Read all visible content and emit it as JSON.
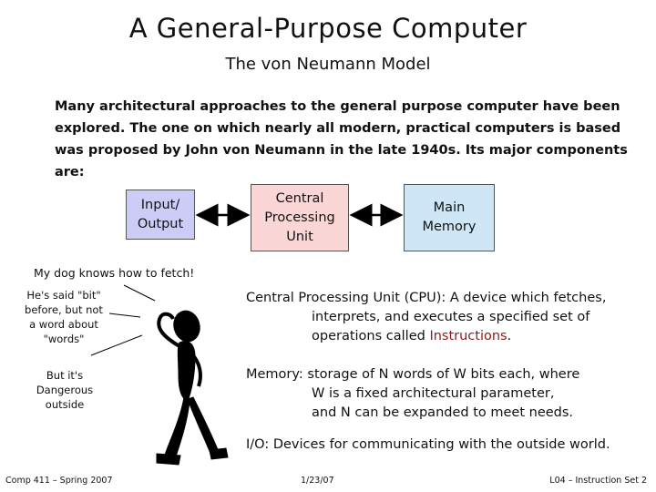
{
  "title": "A General-Purpose Computer",
  "subtitle": "The von Neumann Model",
  "intro": "Many architectural approaches to the general purpose computer have been explored.  The one on which nearly all modern, practical computers is based was proposed by John von Neumann in the late 1940s.  Its major components are:",
  "diagram": {
    "io_box": "Input/\nOutput",
    "cpu_box": "Central\nProcessing\nUnit",
    "memory_box": "Main\nMemory"
  },
  "cartoon": {
    "dog_line": "My dog knows how to fetch!",
    "bubble1": "He's said \"bit\"\nbefore, but not\na word about\n\"words\"",
    "bubble2": "But it's\nDangerous\noutside"
  },
  "descriptions": {
    "cpu": {
      "line1": "Central Processing Unit (CPU): A device which fetches,",
      "line2": "interprets, and executes a specified set of",
      "line3_pre": "operations called ",
      "line3_highlight": "Instructions",
      "line3_post": "."
    },
    "memory": {
      "line1": "Memory: storage of N words of W bits each, where",
      "line2": "W is a fixed architectural parameter,",
      "line3": "and N can be expanded to meet needs."
    },
    "io": {
      "line1": "I/O:  Devices for communicating with the outside world."
    }
  },
  "footer": {
    "left": "Comp 411 – Spring 2007",
    "center": "1/23/07",
    "right": "L04 – Instruction Set   2"
  },
  "colors": {
    "io_box": "#ccccf7",
    "cpu_box": "#fbd6d6",
    "memory_box": "#cfe6f7",
    "highlight": "#8b1a1a"
  }
}
